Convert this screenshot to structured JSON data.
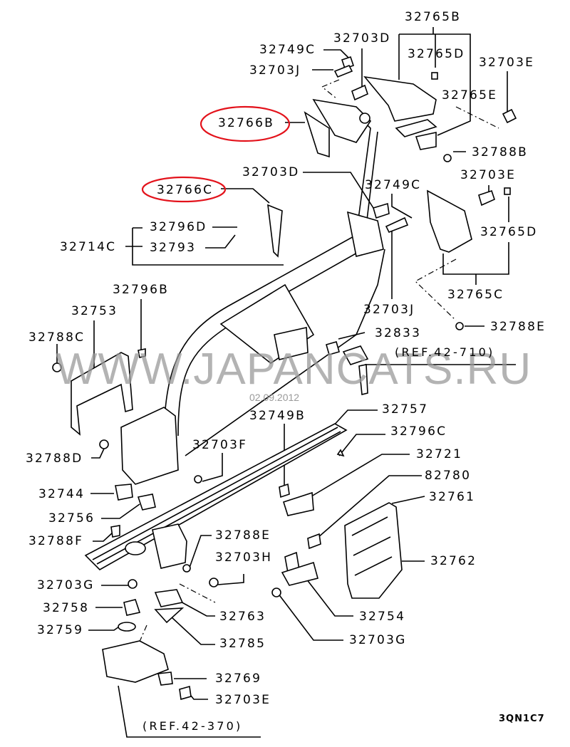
{
  "diagram": {
    "title": "Spare tire carrier / rear frame parts diagram",
    "watermark": "WWW.JAPANCATS.RU",
    "watermark_date": "02.09.2012",
    "illustration_code": "3QN1C7",
    "highlight_color": "#e3121b",
    "highlighted_parts": [
      "32766B",
      "32766C"
    ],
    "references": [
      "(REF.42-710)",
      "(REF.42-370)"
    ],
    "parts": [
      {
        "id": "32765B",
        "label": "32765B"
      },
      {
        "id": "32703D-top",
        "label": "32703D"
      },
      {
        "id": "32749C-top",
        "label": "32749C"
      },
      {
        "id": "32765D-top",
        "label": "32765D"
      },
      {
        "id": "32703E-top",
        "label": "32703E"
      },
      {
        "id": "32703J-top",
        "label": "32703J"
      },
      {
        "id": "32765E",
        "label": "32765E"
      },
      {
        "id": "32766B",
        "label": "32766B"
      },
      {
        "id": "32788B",
        "label": "32788B"
      },
      {
        "id": "32703D-mid",
        "label": "32703D"
      },
      {
        "id": "32703E-mid",
        "label": "32703E"
      },
      {
        "id": "32766C",
        "label": "32766C"
      },
      {
        "id": "32749C-mid",
        "label": "32749C"
      },
      {
        "id": "32796D",
        "label": "32796D"
      },
      {
        "id": "32765D-mid",
        "label": "32765D"
      },
      {
        "id": "32714C",
        "label": "32714C"
      },
      {
        "id": "32793",
        "label": "32793"
      },
      {
        "id": "32765C",
        "label": "32765C"
      },
      {
        "id": "32796B",
        "label": "32796B"
      },
      {
        "id": "32703J-mid",
        "label": "32703J"
      },
      {
        "id": "32753",
        "label": "32753"
      },
      {
        "id": "32788E-mid",
        "label": "32788E"
      },
      {
        "id": "32833",
        "label": "32833"
      },
      {
        "id": "32788C",
        "label": "32788C"
      },
      {
        "id": "32749B",
        "label": "32749B"
      },
      {
        "id": "32757",
        "label": "32757"
      },
      {
        "id": "32796C",
        "label": "32796C"
      },
      {
        "id": "32788D",
        "label": "32788D"
      },
      {
        "id": "32703F",
        "label": "32703F"
      },
      {
        "id": "32721",
        "label": "32721"
      },
      {
        "id": "82780",
        "label": "82780"
      },
      {
        "id": "32744",
        "label": "32744"
      },
      {
        "id": "32761",
        "label": "32761"
      },
      {
        "id": "32756",
        "label": "32756"
      },
      {
        "id": "32788F",
        "label": "32788F"
      },
      {
        "id": "32788E-low",
        "label": "32788E"
      },
      {
        "id": "32762",
        "label": "32762"
      },
      {
        "id": "32703H",
        "label": "32703H"
      },
      {
        "id": "32703G-left",
        "label": "32703G"
      },
      {
        "id": "32758",
        "label": "32758"
      },
      {
        "id": "32763",
        "label": "32763"
      },
      {
        "id": "32754",
        "label": "32754"
      },
      {
        "id": "32759",
        "label": "32759"
      },
      {
        "id": "32785",
        "label": "32785"
      },
      {
        "id": "32703G-right",
        "label": "32703G"
      },
      {
        "id": "32769",
        "label": "32769"
      },
      {
        "id": "32703E-low",
        "label": "32703E"
      }
    ]
  }
}
